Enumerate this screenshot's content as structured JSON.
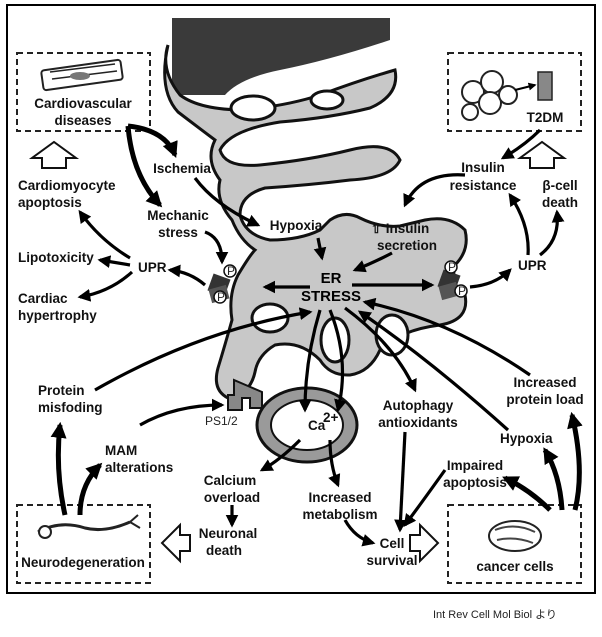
{
  "labels": {
    "cardiovascular": [
      "Cardiovascular",
      "diseases"
    ],
    "t2dm": "T2DM",
    "ischemia": "Ischemia",
    "mechanic": [
      "Mechanic",
      "stress"
    ],
    "hypoxia_top": "Hypoxia",
    "insulin_secretion": [
      "⇧ Insulin",
      "secretion"
    ],
    "insulin_resistance": [
      "Insulin",
      "resistance"
    ],
    "cardiomyocyte": [
      "Cardiomyocyte",
      "apoptosis"
    ],
    "lipotoxicity": "Lipotoxicity",
    "upr_left": "UPR",
    "cardiac": [
      "Cardiac",
      "hypertrophy"
    ],
    "beta_cell": [
      "β-cell",
      "death"
    ],
    "upr_right": "UPR",
    "er": "ER",
    "stress": "STRESS",
    "protein_misfolding": [
      "Protein",
      "misfoding"
    ],
    "ps": "PS1/2",
    "ca": "Ca",
    "ca_sup": "2+",
    "autophagy": [
      "Autophagy",
      "antioxidants"
    ],
    "increased_load": [
      "Increased",
      "protein load"
    ],
    "mam": [
      "MAM",
      "alterations"
    ],
    "calcium_overload": [
      "Calcium",
      "overload"
    ],
    "increased_metabolism": [
      "Increased",
      "metabolism"
    ],
    "hypoxia_right": "Hypoxia",
    "impaired_apoptosis": [
      "Impaired",
      "apoptosis"
    ],
    "neuronal_death": [
      "Neuronal",
      "death"
    ],
    "cell_survival": [
      "Cell",
      "survival"
    ],
    "neurodegeneration": "Neurodegeneration",
    "cancer": "cancer cells",
    "p": "P"
  },
  "caption": "Int Rev Cell Mol Biol より",
  "colors": {
    "er_fill": "#c8c8c8",
    "nucleus": "#3a3a3a",
    "mito_outer": "#9a9a9a"
  }
}
